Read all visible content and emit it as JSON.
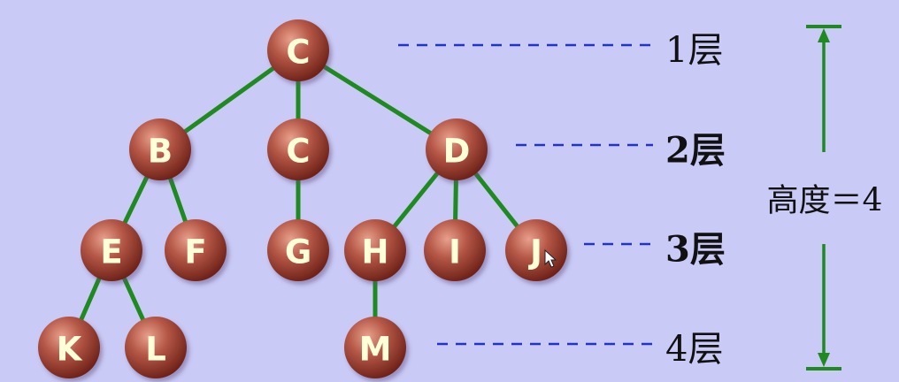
{
  "tree": {
    "nodes": [
      {
        "id": "C1",
        "label": "C"
      },
      {
        "id": "B",
        "label": "B"
      },
      {
        "id": "C2",
        "label": "C"
      },
      {
        "id": "D",
        "label": "D"
      },
      {
        "id": "E",
        "label": "E"
      },
      {
        "id": "F",
        "label": "F"
      },
      {
        "id": "G",
        "label": "G"
      },
      {
        "id": "H",
        "label": "H"
      },
      {
        "id": "I",
        "label": "I"
      },
      {
        "id": "J",
        "label": "J"
      },
      {
        "id": "K",
        "label": "K"
      },
      {
        "id": "L",
        "label": "L"
      },
      {
        "id": "M",
        "label": "M"
      }
    ],
    "edges": [
      [
        "C1",
        "B"
      ],
      [
        "C1",
        "C2"
      ],
      [
        "C1",
        "D"
      ],
      [
        "B",
        "E"
      ],
      [
        "B",
        "F"
      ],
      [
        "C2",
        "G"
      ],
      [
        "D",
        "H"
      ],
      [
        "D",
        "I"
      ],
      [
        "D",
        "J"
      ],
      [
        "E",
        "K"
      ],
      [
        "E",
        "L"
      ],
      [
        "H",
        "M"
      ]
    ]
  },
  "levels": [
    {
      "label": "1层"
    },
    {
      "label": "2层"
    },
    {
      "label": "3层"
    },
    {
      "label": "4层"
    }
  ],
  "height_label": "高度＝4",
  "colors": {
    "background": "#c9caf6",
    "node_fill": "#a84a3c",
    "node_text": "#ffffd8",
    "edge": "#1f8a1f",
    "dash": "#2233cc"
  }
}
